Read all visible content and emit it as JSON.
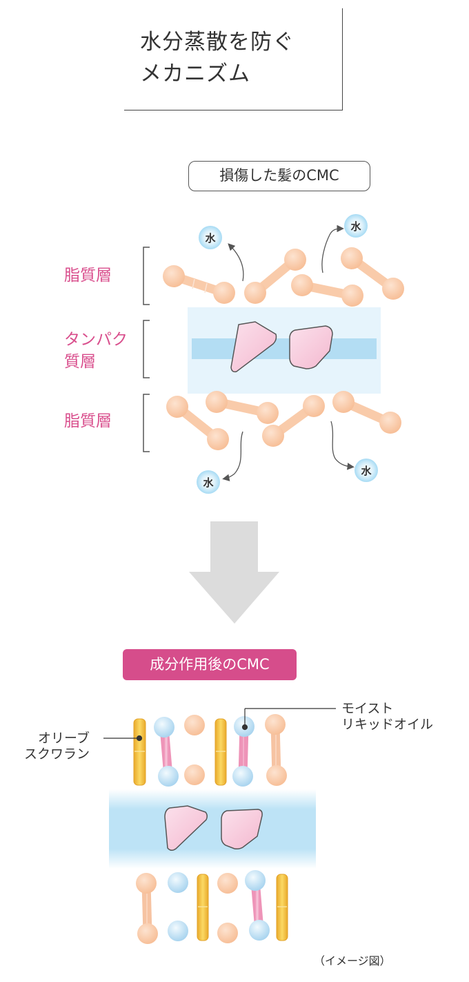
{
  "title": {
    "line1": "水分蒸散を防ぐ",
    "line2": "メカニズム"
  },
  "before": {
    "label": "損傷した髪のCMC",
    "layers": {
      "lipid_top": "脂質層",
      "protein_line1": "タンパク",
      "protein_line2": "質層",
      "lipid_bottom": "脂質層"
    },
    "water_label": "水"
  },
  "after": {
    "label": "成分作用後のCMC",
    "callout_left": {
      "line1": "オリーブ",
      "line2": "スクワラン"
    },
    "callout_right": {
      "line1": "モイスト",
      "line2": "リキッドオイル"
    }
  },
  "note": "（イメージ図）",
  "colors": {
    "accent_pink": "#d64d8b",
    "lipid_peach": "#f9cbaa",
    "protein_pink": "#f7c6da",
    "protein_band": "#bfe2f4",
    "water_blue": "#9fd7f2",
    "squalane_yellow": "#f4c54a",
    "moist_oil_pink": "#f2a9c6",
    "arrow_gray": "#dcdcdc"
  }
}
